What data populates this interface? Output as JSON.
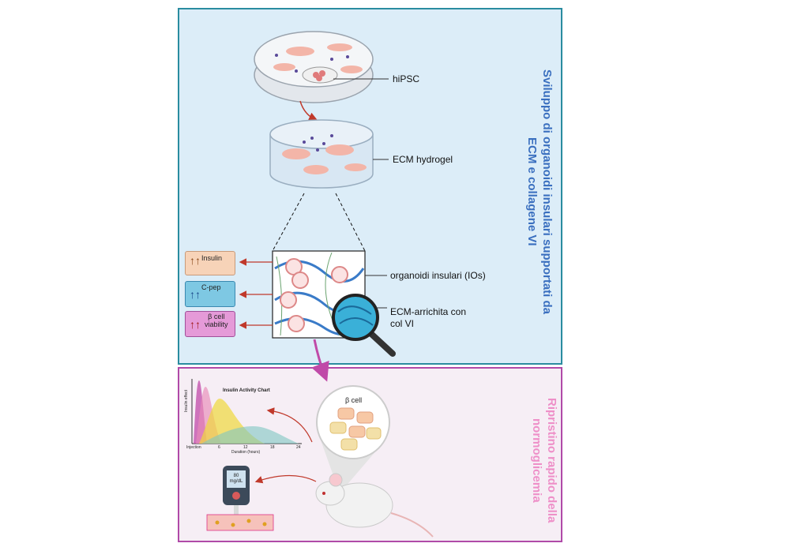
{
  "top_panel": {
    "title": "Sviluppo di organoidi insulari supportati da\nECM e collagene VI",
    "labels": {
      "hipsc": "hiPSC",
      "ecm_hydrogel": "ECM hydrogel",
      "organoids": "organoidi insulari (IOs)",
      "ecm_enriched": "ECM-arrichita con\ncol VI"
    },
    "readouts": [
      {
        "label": "Insulin",
        "color": "#f7d3b8"
      },
      {
        "label": "C-pep",
        "color": "#7ec8e3"
      },
      {
        "label": "β cell\nviability",
        "color": "#e59ad8"
      }
    ]
  },
  "bottom_panel": {
    "title": "Ripristino rapido della\nnormoglicemia",
    "beta_cell_label": "β cell",
    "chart": {
      "title": "Insulin Activity Chart",
      "xlabel": "Duration (hours)",
      "ylabel": "Insulin effect",
      "x_ticks": [
        "Injection",
        "6",
        "12",
        "18",
        "24"
      ]
    },
    "glucometer_reading": "80\nmg/dL"
  },
  "colors": {
    "top_border": "#2a8ca0",
    "bottom_border": "#b04aa8",
    "top_title": "#3a6fbf",
    "bottom_title": "#ee8fc8",
    "arrow": "#c0392b"
  }
}
